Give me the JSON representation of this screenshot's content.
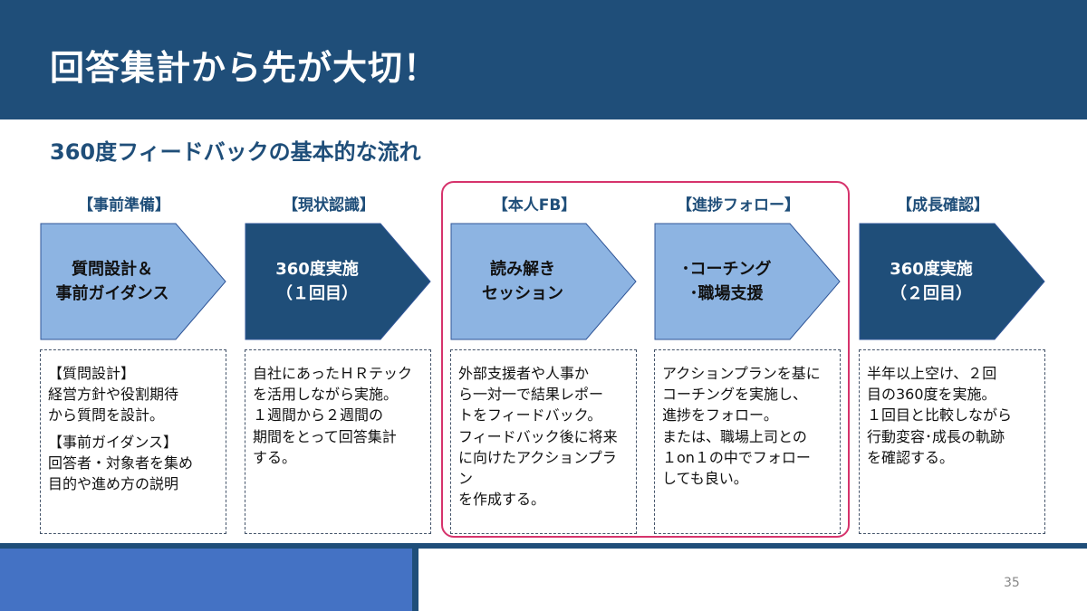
{
  "title": "回答集計から先が大切！",
  "subtitle": "360度フィードバックの基本的な流れ",
  "colors": {
    "header": "#1f4e79",
    "light_arrow": "#8db4e2",
    "dark_arrow": "#1f4e79",
    "highlight": "#d6336c",
    "bottom": "#4472c4"
  },
  "steps": [
    {
      "label": "【事前準備】",
      "arrow": "質問設計＆\n事前ガイダンス",
      "style": "light",
      "desc": [
        "【質問設計】\n経営方針や役割期待\nから質問を設計。",
        "【事前ガイダンス】\n回答者・対象者を集め\n目的や進め方の説明"
      ]
    },
    {
      "label": "【現状認識】",
      "arrow": "360度実施\n（１回目）",
      "style": "dark",
      "desc": [
        "自社にあったＨＲテック\nを活用しながら実施。\n１週間から２週間の\n期間をとって回答集計\nする。"
      ]
    },
    {
      "label": "【本人FB】",
      "arrow": "読み解き\nセッション",
      "style": "light",
      "desc": [
        "外部支援者や人事か\nら一対一で結果レポー\nトをフィードバック。\nフィードバック後に将来\nに向けたアクションプラン\nを作成する。"
      ]
    },
    {
      "label": "【進捗フォロー】",
      "arrow": "･コーチング\n･職場支援",
      "style": "light",
      "desc": [
        "アクションプランを基に\nコーチングを実施し、\n進捗をフォロー。\nまたは、職場上司との\n１on１の中でフォロー\nしても良い。"
      ]
    },
    {
      "label": "【成長確認】",
      "arrow": "360度実施\n（２回目）",
      "style": "dark",
      "desc": [
        "半年以上空け、２回\n目の360度を実施。\n１回目と比較しながら\n行動変容･成長の軌跡\nを確認する。"
      ]
    }
  ],
  "page_number": "35"
}
